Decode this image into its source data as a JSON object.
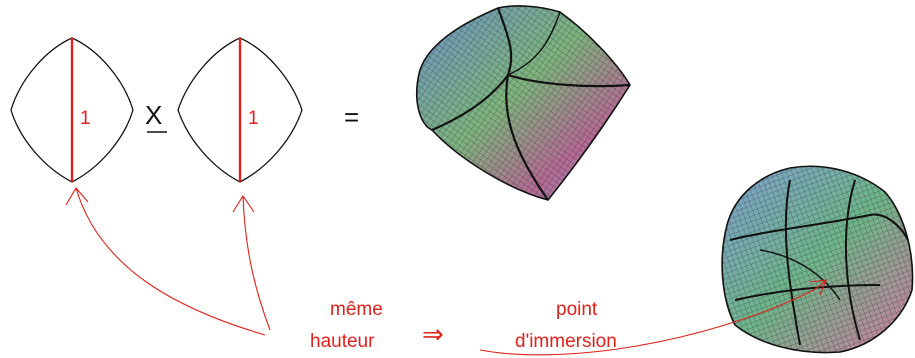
{
  "left_factor": {
    "label": "1"
  },
  "right_factor": {
    "label": "1"
  },
  "operator": {
    "product": "X",
    "equals": "="
  },
  "caption": {
    "line1": "même",
    "line2": "hauteur",
    "implies": "⇒",
    "result_line1": "point",
    "result_line2": "d'immersion"
  },
  "colors": {
    "accent": "#e0211c",
    "stroke": "#111111",
    "mesh": "#1a1a1a"
  }
}
